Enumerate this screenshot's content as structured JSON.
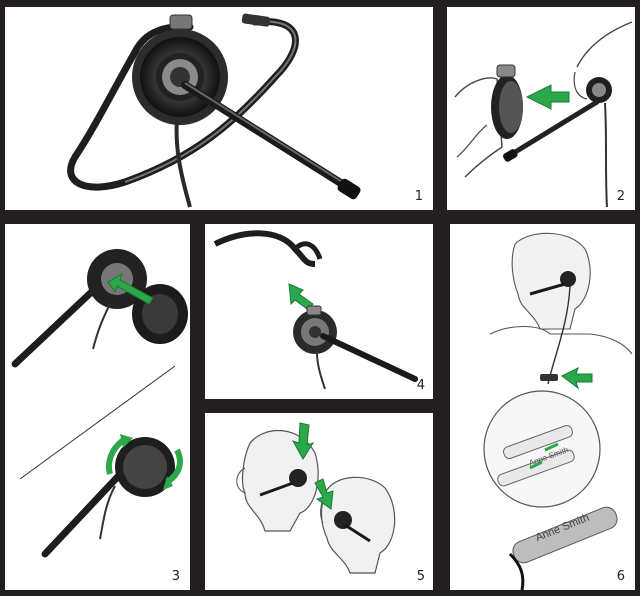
{
  "steps": [
    {
      "number": "1"
    },
    {
      "number": "2"
    },
    {
      "number": "3"
    },
    {
      "number": "4"
    },
    {
      "number": "5"
    },
    {
      "number": "6"
    }
  ],
  "name_tag": {
    "text": "Anne Smith"
  },
  "colors": {
    "arrow": "#2aa84a",
    "frame": "#231f20",
    "device": "#2b2b2b"
  }
}
